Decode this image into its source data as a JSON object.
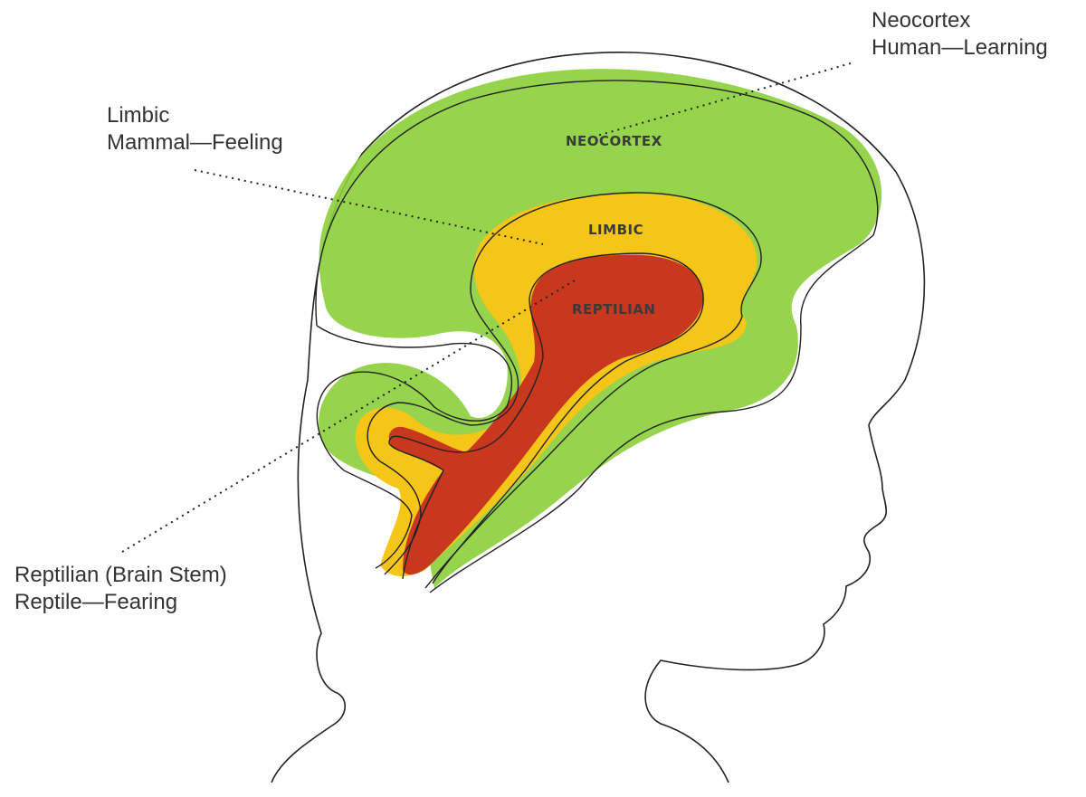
{
  "labels": {
    "neocortex": {
      "title": "Neocortex",
      "subtitle": "Human—Learning"
    },
    "limbic": {
      "title": "Limbic",
      "subtitle": "Mammal—Feeling"
    },
    "reptilian": {
      "title": "Reptilian (Brain Stem)",
      "subtitle": "Reptile—Fearing"
    }
  },
  "regions": {
    "neocortex": "NEOCORTEX",
    "limbic": "LIMBIC",
    "reptilian": "REPTILIAN"
  },
  "colors": {
    "neocortex": "#8ccf3a",
    "limbic": "#f5c518",
    "reptilian": "#c8381f",
    "outline": "#222222"
  }
}
